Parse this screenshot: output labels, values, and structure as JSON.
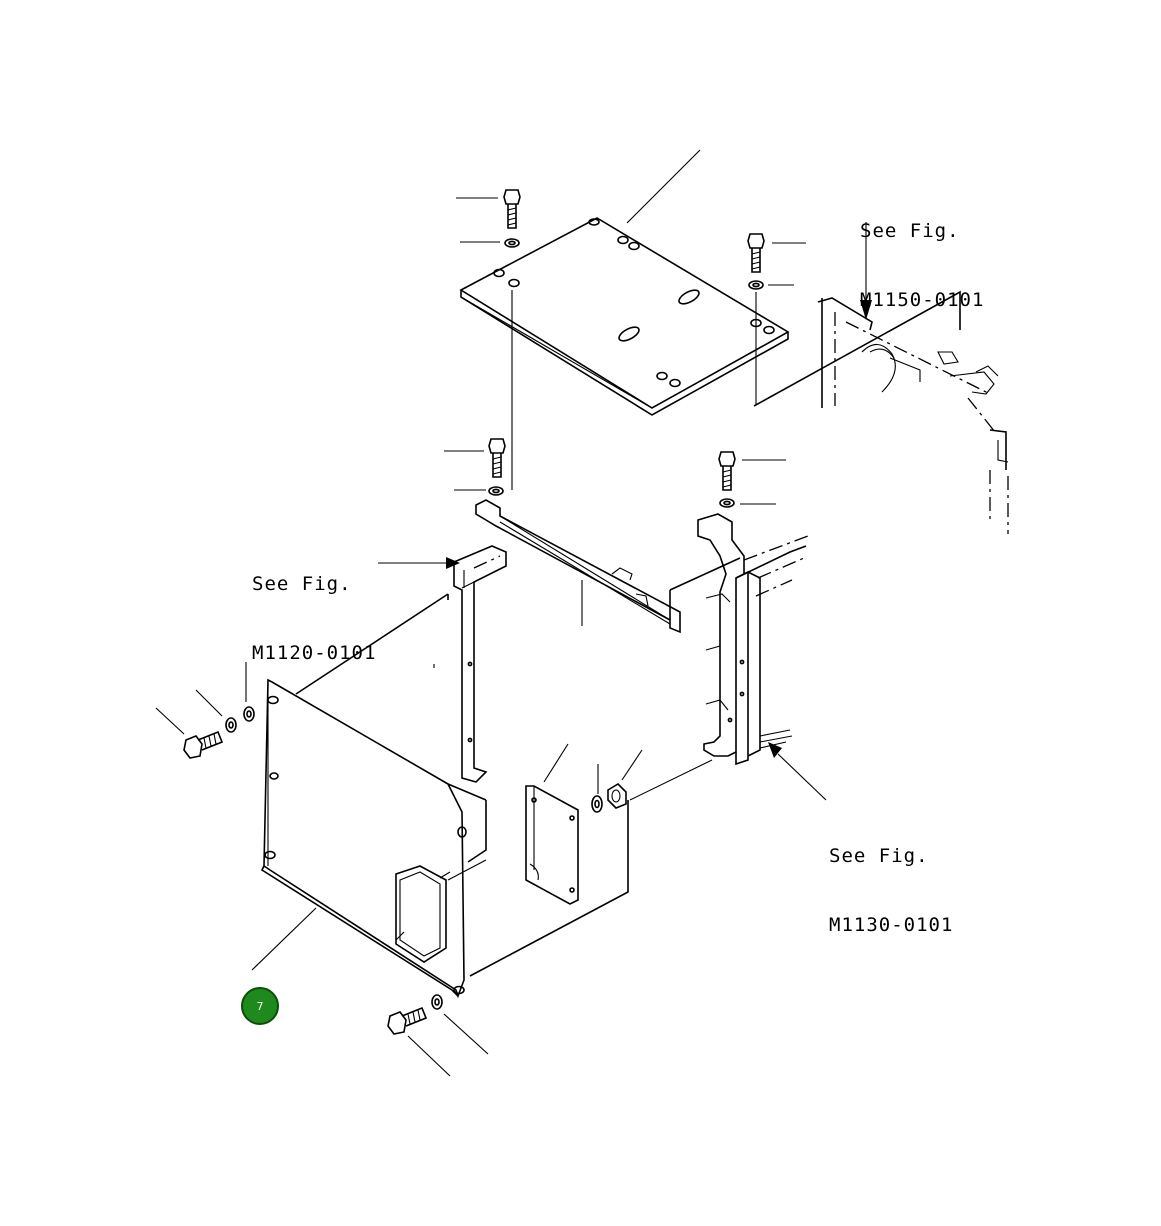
{
  "references": [
    {
      "line1": "See Fig.",
      "line2": "M1150-0101"
    },
    {
      "line1": "See Fig.",
      "line2": "M1120-0101"
    },
    {
      "line1": "See Fig.",
      "line2": "M1130-0101"
    }
  ],
  "callout": {
    "label": "7",
    "color": "#1e8a1e"
  }
}
